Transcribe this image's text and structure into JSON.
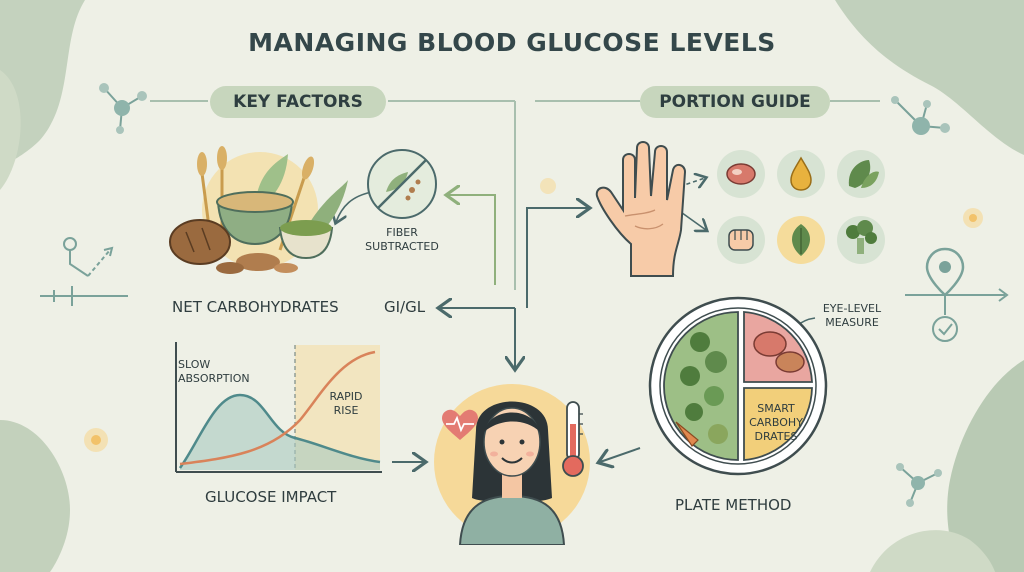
{
  "title": "MANAGING BLOOD GLUCOSE LEVELS",
  "sections": {
    "key_factors": "KEY FACTORS",
    "portion_guide": "PORTION GUIDE"
  },
  "labels": {
    "net_carbs": "NET CARBOHYDRATES",
    "gi_gl": "GI/GL",
    "fiber_line1": "FIBER",
    "fiber_line2": "SUBTRACTED",
    "glucose_impact": "GLUCOSE IMPACT",
    "slow_line1": "SLOW",
    "slow_line2": "ABSORPTION",
    "rapid_line1": "RAPID",
    "rapid_line2": "RISE",
    "plate_method": "PLATE METHOD",
    "eye_line1": "EYE-LEVEL",
    "eye_line2": "MEASURE",
    "smart_line1": "SMART",
    "smart_line2": "CARBOHY",
    "smart_line3": "DRATES"
  },
  "colors": {
    "background": "#eef0e6",
    "blob": "#b9cab4",
    "pill": "#c7d6bd",
    "teal_curve": "#4f8a8b",
    "orange_curve": "#d9835a",
    "plate_green": "#9dbf86",
    "plate_meat": "#e9a6a0",
    "plate_carbs": "#f2cf7a",
    "sun_glow": "#f7d58b"
  },
  "icons": [
    "grain-bowl-icon",
    "no-fiber-icon",
    "hand-icon",
    "meat-icon",
    "oil-drop-icon",
    "leafy-greens-icon",
    "fist-icon",
    "leaf-icon",
    "broccoli-icon",
    "heart-icon",
    "thermometer-icon",
    "person-icon",
    "molecule-icon",
    "checkmark-icon",
    "location-pin-icon"
  ]
}
